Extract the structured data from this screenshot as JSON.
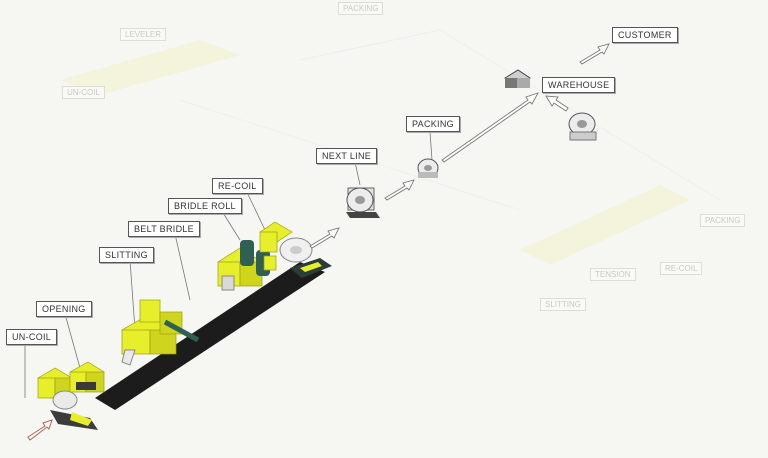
{
  "labels": {
    "uncoil": "UN-COIL",
    "opening": "OPENING",
    "slitting": "SLITTING",
    "belt_bridle": "BELT BRIDLE",
    "bridle_roll": "BRIDLE ROLL",
    "recoil": "RE-COIL",
    "next_line": "NEXT LINE",
    "packing": "PACKING",
    "warehouse": "WAREHOUSE",
    "customer": "CUSTOMER"
  },
  "ghost_labels": {
    "leveler": "LEVELER",
    "packing_top": "PACKING",
    "uncoil_bg": "UN-COIL",
    "packing_right": "PACKING",
    "tension": "TENSION",
    "recoil_bg": "RE-COIL",
    "slitting_bg": "SLITTING"
  },
  "colors": {
    "machine": "#e7ee2a",
    "machine_dark": "#b8c012",
    "strip": "#1c1c1c",
    "roll": "#2f5f55",
    "label_border": "#555555",
    "arrow": "#ffffff"
  }
}
